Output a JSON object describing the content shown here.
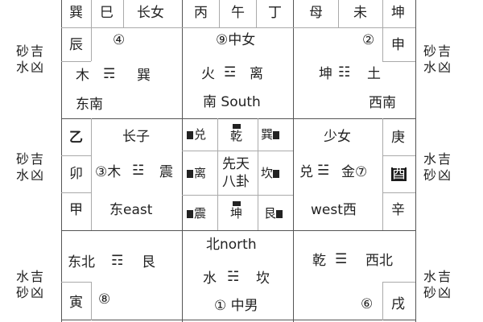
{
  "side_labels": {
    "left_top": [
      "砂吉",
      "水凶"
    ],
    "left_mid": [
      "砂吉",
      "水凶"
    ],
    "left_bot": [
      "水吉",
      "砂凶"
    ],
    "right_top": [
      "砂吉",
      "水凶"
    ],
    "right_mid": [
      "水吉",
      "砂凶"
    ],
    "right_bot": [
      "水吉",
      "砂凶"
    ]
  },
  "nw_cell": {
    "top": [
      "巽",
      "巳",
      "长女"
    ],
    "left": [
      "辰"
    ],
    "num": "④",
    "trigram": "☴",
    "text": [
      "木",
      "巽"
    ],
    "dir": "东南"
  },
  "n_top_cell": {
    "top": [
      "丙",
      "午",
      "丁"
    ],
    "num_label": "⑨中女",
    "element": "火",
    "trigram": "☲",
    "gua": "离",
    "dir": "南 South"
  },
  "ne_cell": {
    "top": [
      "母",
      "未",
      "坤"
    ],
    "right": [
      "申"
    ],
    "num": "②",
    "element": "坤",
    "trigram": "☷",
    "gua": "土",
    "dir": "西南"
  },
  "w_cell": {
    "left": [
      "乙",
      "卯",
      "甲"
    ],
    "title": "长子",
    "num_label": "③木",
    "trigram": "☳",
    "gua": "震",
    "dir": "东east"
  },
  "center": {
    "tl": "兑",
    "tm": "乾",
    "tr": "巽",
    "ml": "离",
    "mid": [
      "先天",
      "八卦"
    ],
    "mr": "坎",
    "bl": "震",
    "bm": "坤",
    "br": "艮"
  },
  "e_cell": {
    "title": "少女",
    "right": [
      "庚",
      "酉",
      "辛"
    ],
    "element": "兑",
    "trigram": "☱",
    "gua": "金⑦",
    "dir": "west西"
  },
  "sw_cell": {
    "dir": "东北",
    "trigram": "☶",
    "gua": "艮",
    "left": [
      "寅"
    ],
    "num": "⑧"
  },
  "s_cell": {
    "dir": "北north",
    "element": "水",
    "trigram": "☵",
    "gua": "坎",
    "num_label": "① 中男"
  },
  "se_cell": {
    "element": "乾",
    "trigram": "☰",
    "dir": "西北",
    "num": "⑥",
    "right": [
      "戌"
    ]
  }
}
